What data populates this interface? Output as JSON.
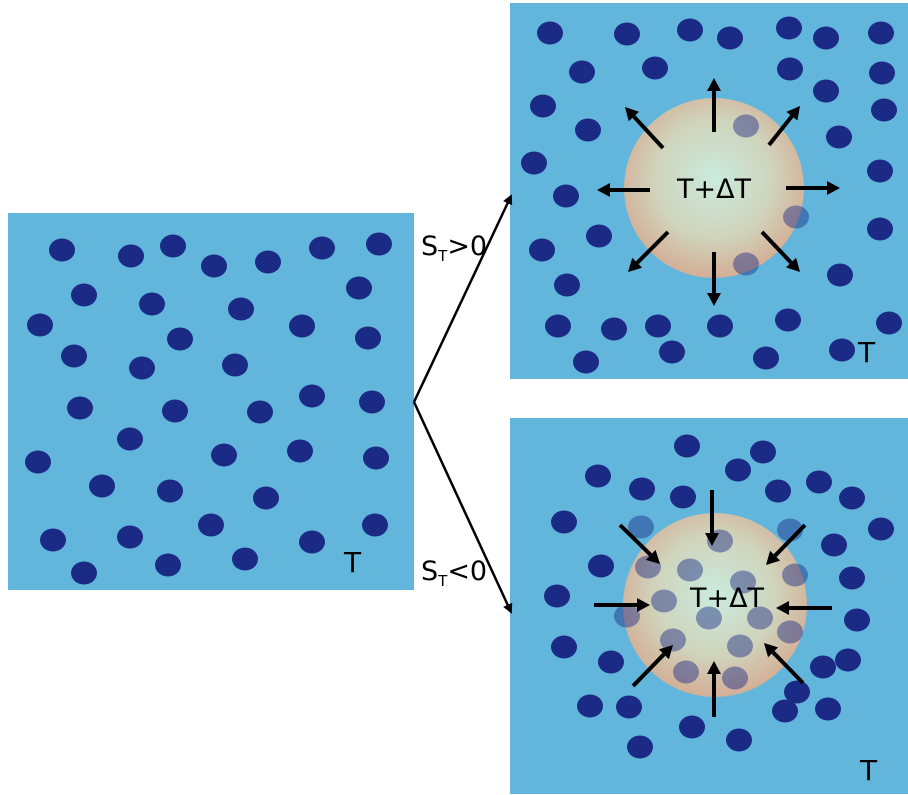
{
  "colors": {
    "background": "#ffffff",
    "box_fill": "#62b6dc",
    "particle": "#1b2a85",
    "arrow": "#000000",
    "hot_zone_center": "#cfeede",
    "hot_zone_edge": "#e8ad8a"
  },
  "labels": {
    "temperature": "T",
    "heated_region": "T+ΔT",
    "branch_positive": {
      "symbol": "S",
      "subscript": "T",
      "relation": ">0"
    },
    "branch_negative": {
      "symbol": "S",
      "subscript": "T",
      "relation": "<0"
    }
  },
  "panels": {
    "initial": {
      "temperature_label": "T"
    },
    "positive_soret": {
      "temperature_label": "T",
      "center_label": "T+ΔT",
      "arrow_direction": "outward"
    },
    "negative_soret": {
      "temperature_label": "T",
      "center_label": "T+ΔT",
      "arrow_direction": "inward"
    }
  },
  "icons": {
    "particle": "dot-icon",
    "flow_arrow": "arrow-icon"
  }
}
